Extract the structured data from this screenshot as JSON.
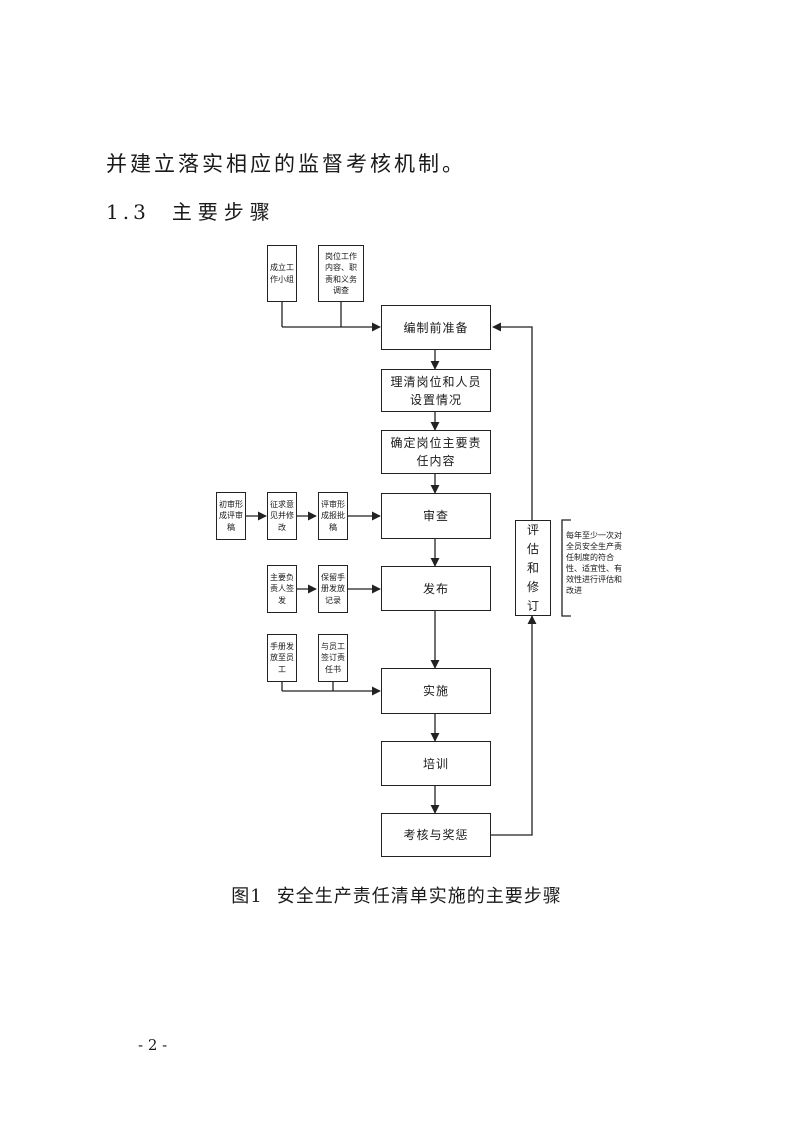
{
  "body_text": "并建立落实相应的监督考核机制。",
  "section": {
    "number": "1.3",
    "title": "主要步骤"
  },
  "flowchart": {
    "main_steps": [
      "编制前准备",
      "理清岗位和人员设置情况",
      "确定岗位主要责任内容",
      "审查",
      "发布",
      "实施",
      "培训",
      "考核与奖惩"
    ],
    "prep_inputs": [
      "成立工作小组",
      "岗位工作内容、职责和义务调查"
    ],
    "review_inputs": [
      "初审形成评审稿",
      "征求意见并修改",
      "评审形成报批稿"
    ],
    "publish_inputs": [
      "主要负责人签发",
      "保留手册发放记录"
    ],
    "implement_inputs": [
      "手册发放至员工",
      "与员工签订责任书"
    ],
    "evaluation_box": "评估和修订",
    "evaluation_note": "每年至少一次对全员安全生产责任制度的符合性、适宜性、有效性进行评估和改进"
  },
  "caption": {
    "figure_number": "图1",
    "text": "安全生产责任清单实施的主要步骤"
  },
  "page_number": "- 2 -"
}
